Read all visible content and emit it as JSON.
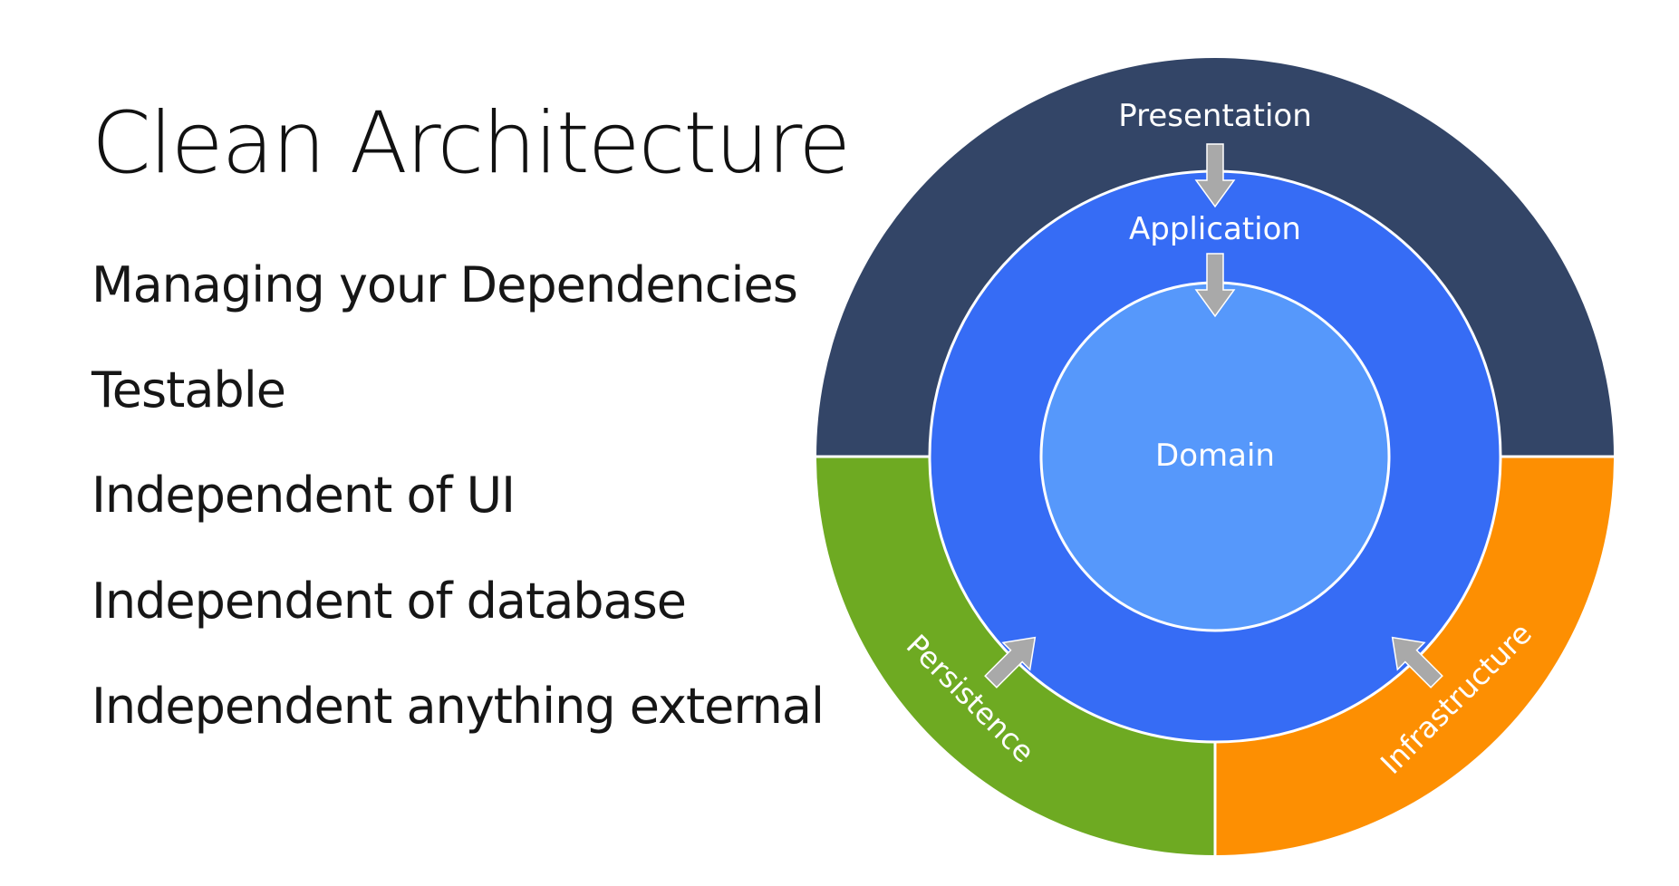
{
  "slide": {
    "title": "Clean Architecture",
    "bullets": [
      "Managing your Dependencies",
      "Testable",
      "Independent of UI",
      "Independent of database",
      "Independent anything external"
    ]
  },
  "diagram": {
    "layers": {
      "presentation": "Presentation",
      "application": "Application",
      "domain": "Domain",
      "persistence": "Persistence",
      "infrastructure": "Infrastructure"
    },
    "colors": {
      "presentation": "#334567",
      "application": "#366cf5",
      "domain": "#5698fb",
      "persistence": "#6eaa22",
      "infrastructure": "#fd8f02",
      "arrow": "#a9a9a9",
      "divider": "#ffffff"
    }
  }
}
